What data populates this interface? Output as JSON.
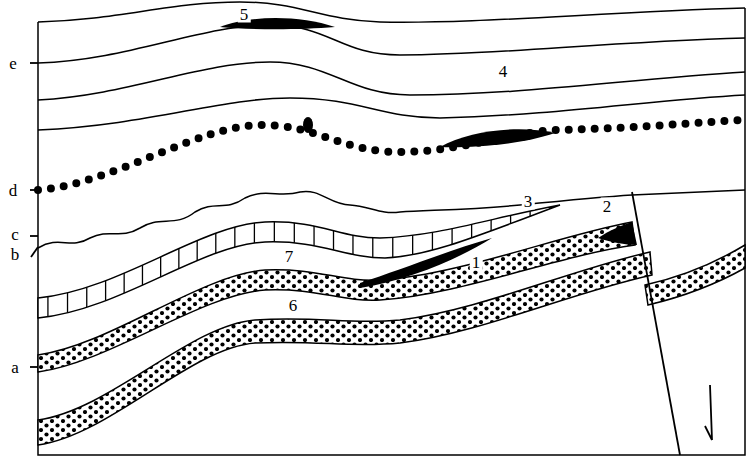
{
  "diagram": {
    "labels": [
      "5",
      "e",
      "4",
      "d",
      "3",
      "2",
      "c",
      "b",
      "7",
      "1",
      "6",
      "a"
    ]
  }
}
